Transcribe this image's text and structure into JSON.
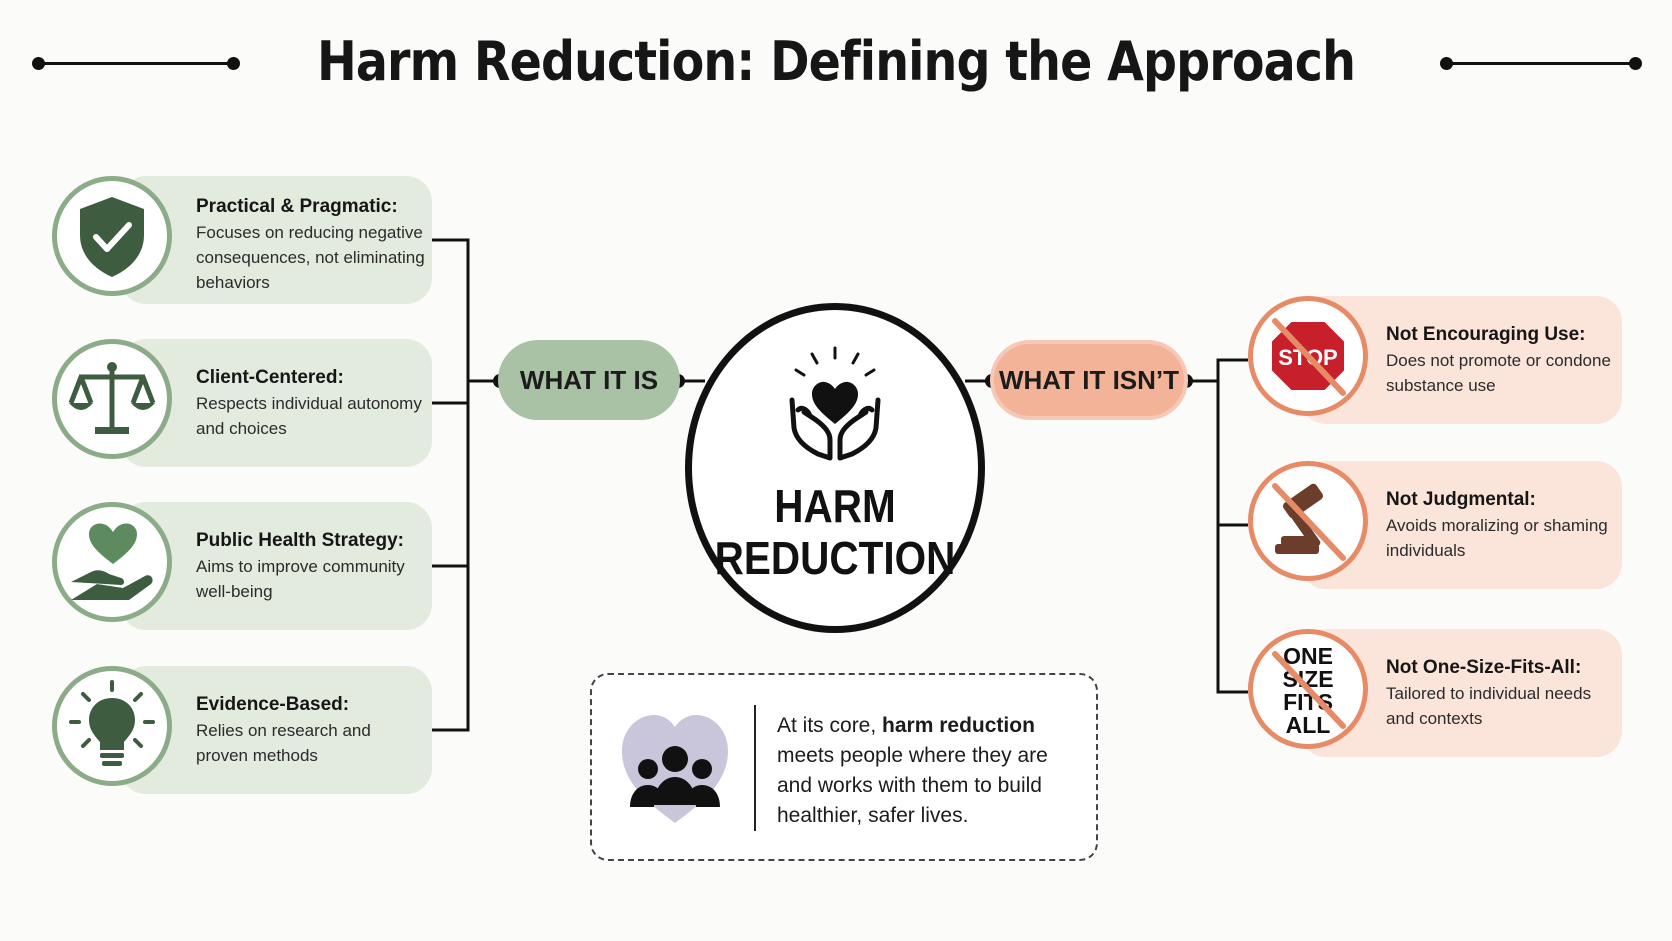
{
  "title": "Harm Reduction: Defining the Approach",
  "center": {
    "line1": "HARM",
    "line2": "REDUCTION"
  },
  "what_it_is": {
    "label": "WHAT IT IS",
    "items": [
      {
        "title": "Practical & Pragmatic:",
        "desc": "Focuses on reducing negative consequences, not eliminating behaviors",
        "icon": "shield-check-icon"
      },
      {
        "title": "Client-Centered:",
        "desc": "Respects individual autonomy and choices",
        "icon": "scales-icon"
      },
      {
        "title": "Public Health Strategy:",
        "desc": "Aims to improve community well-being",
        "icon": "hand-heart-icon"
      },
      {
        "title": "Evidence-Based:",
        "desc": "Relies on research and proven methods",
        "icon": "lightbulb-icon"
      }
    ]
  },
  "what_it_isnt": {
    "label": "WHAT IT ISN’T",
    "items": [
      {
        "title": "Not Encouraging Use:",
        "desc": "Does not promote or condone substance use",
        "icon": "stop-sign-icon",
        "icon_text": "STOP"
      },
      {
        "title": "Not Judgmental:",
        "desc": "Avoids moralizing or shaming individuals",
        "icon": "gavel-icon"
      },
      {
        "title": "Not One-Size-Fits-All:",
        "desc": "Tailored to individual needs and contexts",
        "icon": "one-size-fits-all-icon",
        "icon_text": [
          "ONE",
          "SIZE",
          "FITS",
          "ALL"
        ]
      }
    ]
  },
  "quote": {
    "prefix": "At its core,",
    "bold": "harm reduction",
    "rest": "meets people where they are and works with them to build healthier, safer lives."
  },
  "colors": {
    "green": "#8cab88",
    "green_light": "#e2ebde",
    "orange": "#e78a66",
    "orange_light": "#fbe4d9",
    "dark_green": "#3e5c40"
  }
}
